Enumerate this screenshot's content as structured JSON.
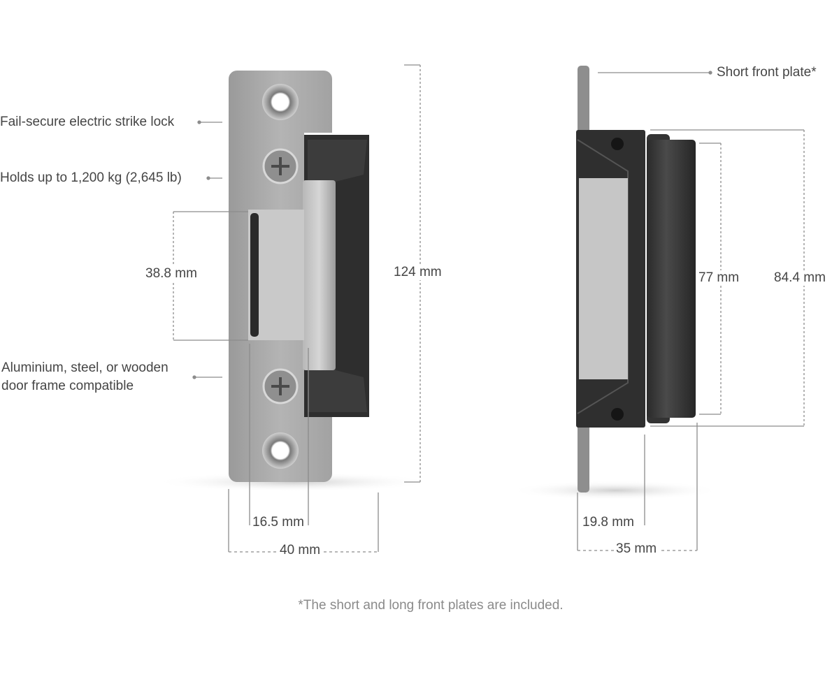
{
  "callouts": {
    "fail_secure": "Fail-secure electric strike lock",
    "holds": "Holds up to 1,200 kg (2,645 lb)",
    "frame_line1": "Aluminium, steel, or wooden",
    "frame_line2": "door frame compatible",
    "short_plate": "Short front plate*"
  },
  "dimensions": {
    "keeper_height": "38.8 mm",
    "total_height": "124 mm",
    "keeper_depth": "16.5 mm",
    "plate_width": "40 mm",
    "body_height": "77 mm",
    "housing_height": "84.4 mm",
    "plate_to_body": "19.8 mm",
    "total_depth": "35 mm"
  },
  "footnote": "*The short and long front plates are included.",
  "colors": {
    "plate": "#a9a9a9",
    "housing": "#2e2e2e",
    "keeper": "#c4c4c4",
    "line": "#8c8c8c"
  }
}
